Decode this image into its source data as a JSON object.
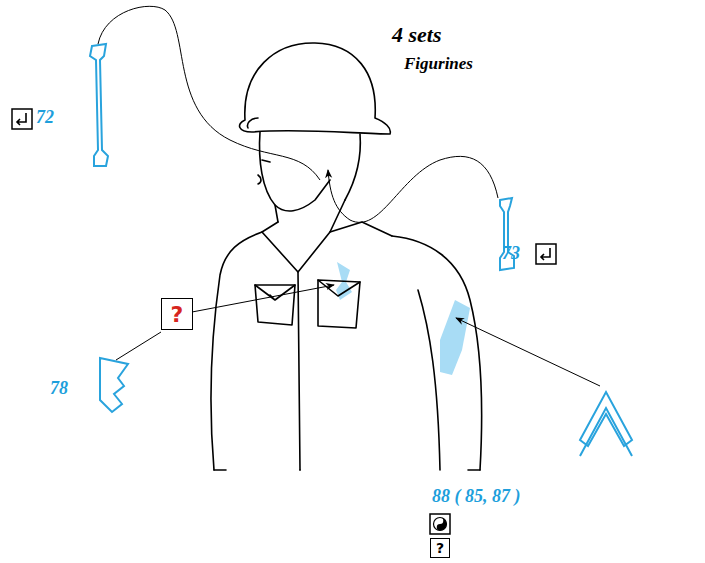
{
  "diagram": {
    "title": "4 sets",
    "nodes": [
      {
        "text": [
          "?"
        ]
      },
      {
        "text": [
          "?"
        ]
      }
    ],
    "labels": [
      "Figurines",
      "72",
      "73",
      "78",
      "88 ( 85, 87 )"
    ]
  }
}
